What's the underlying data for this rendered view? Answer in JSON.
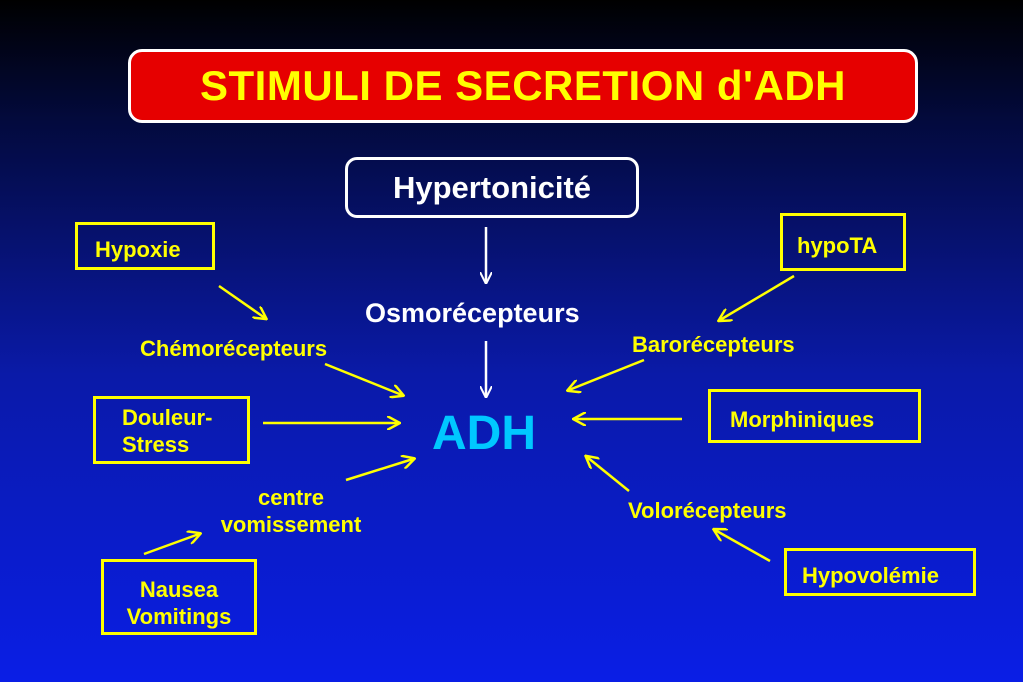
{
  "title": "STIMULI DE SECRETION d'ADH",
  "center": {
    "label": "ADH"
  },
  "top": {
    "stimulus": "Hypertonicité",
    "receptor": "Osmorécepteurs"
  },
  "left": {
    "hypoxie": "Hypoxie",
    "chemo": "Chémorécepteurs",
    "douleur_line1": "Douleur-",
    "douleur_line2": "Stress",
    "centre_line1": "centre",
    "centre_line2": "vomissement",
    "nausea_line1": "Nausea",
    "nausea_line2": "Vomitings"
  },
  "right": {
    "hypota": "hypoTA",
    "baro": "Barorécepteurs",
    "morphiniques": "Morphiniques",
    "volo": "Volorécepteurs",
    "hypovolemie": "Hypovolémie"
  },
  "colors": {
    "title_bg": "#e60000",
    "accent_yellow": "#ffff00",
    "adh_cyan": "#00c8ff",
    "white": "#ffffff"
  }
}
